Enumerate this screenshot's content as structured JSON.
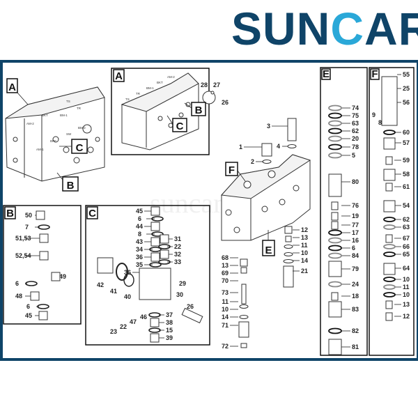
{
  "brand": {
    "logo_left": "SUN",
    "logo_c": "C",
    "logo_right": "AR",
    "watermark": "suncar",
    "navy": "#0f4468",
    "cyan": "#2aa8d8"
  },
  "main_view": {
    "label": "A",
    "callout_c": "C",
    "callout_b": "B",
    "ports": [
      "TS",
      "TR",
      "BM-1",
      "BKT",
      "AM-2",
      "BM-2",
      "SW",
      "DPF",
      "AM-1"
    ]
  },
  "panel_a": {
    "label": "A",
    "callout_b": "B",
    "callout_c": "C",
    "ports": [
      "AM-2",
      "BKT",
      "BM-1",
      "TR",
      "TS"
    ],
    "parts": [
      "28",
      "27",
      "26"
    ]
  },
  "panel_b": {
    "label": "B",
    "parts": [
      "50",
      "7",
      "51,53",
      "52,54",
      "6",
      "49",
      "48",
      "6",
      "45"
    ]
  },
  "panel_c": {
    "label": "C",
    "parts": [
      "45",
      "6",
      "44",
      "8",
      "43",
      "34",
      "36",
      "35",
      "36",
      "31",
      "22",
      "32",
      "33",
      "42",
      "41",
      "40",
      "29",
      "30",
      "26",
      "46",
      "47",
      "22",
      "23",
      "37",
      "38",
      "15",
      "39"
    ]
  },
  "assembly": {
    "label_f": "F",
    "label_e": "E",
    "parts": [
      "3",
      "4",
      "1",
      "2",
      "12",
      "13",
      "11",
      "10",
      "14",
      "21",
      "68",
      "13",
      "69",
      "70",
      "73",
      "11",
      "10",
      "14",
      "71",
      "72"
    ]
  },
  "panel_e": {
    "label": "E",
    "parts": [
      "74",
      "75",
      "63",
      "62",
      "20",
      "78",
      "5",
      "80",
      "76",
      "19",
      "77",
      "17",
      "16",
      "6",
      "84",
      "79",
      "24",
      "18",
      "83",
      "82",
      "81"
    ]
  },
  "panel_f": {
    "label": "F",
    "parts": [
      "55",
      "25",
      "56",
      "9",
      "8",
      "60",
      "57",
      "59",
      "58",
      "61",
      "54",
      "62",
      "63",
      "67",
      "66",
      "65",
      "64",
      "10",
      "11",
      "10",
      "13",
      "12"
    ]
  }
}
